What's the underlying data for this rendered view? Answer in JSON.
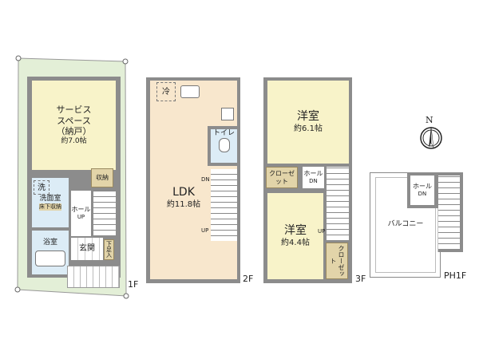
{
  "floors": {
    "f1": {
      "label": "1F",
      "service_space": {
        "name_line1": "サービス",
        "name_line2": "スペース",
        "name_line3": "（納戸）",
        "area": "約7.0帖"
      },
      "storage": "収納",
      "wash": "洗",
      "washroom": "洗面室",
      "underfloor_storage": "床下収納",
      "hall": "ホール",
      "up": "UP",
      "bath": "浴室",
      "entrance": "玄関",
      "shoe_cabinet": "下足入"
    },
    "f2": {
      "label": "2F",
      "fridge": "冷",
      "toilet": "トイレ",
      "ldk": {
        "name": "LDK",
        "area": "約11.8帖"
      },
      "dn": "DN",
      "up": "UP"
    },
    "f3": {
      "label": "3F",
      "room1": {
        "name": "洋室",
        "area": "約6.1帖"
      },
      "closet1": "クローゼット",
      "hall": "ホール",
      "dn": "DN",
      "room2": {
        "name": "洋室",
        "area": "約4.4帖"
      },
      "up": "UP",
      "closet2": "クローゼット"
    },
    "ph1": {
      "label": "PH1F",
      "hall": "ホール",
      "dn": "DN",
      "balcony": "バルコニー"
    }
  },
  "compass": {
    "north": "N"
  },
  "colors": {
    "wall": "#8c8c8c",
    "site": "#e3efd7",
    "room": "#f8f3c9",
    "ldk": "#f8e7cd",
    "closet": "#e2d4a9",
    "wet": "#dcecf6"
  }
}
